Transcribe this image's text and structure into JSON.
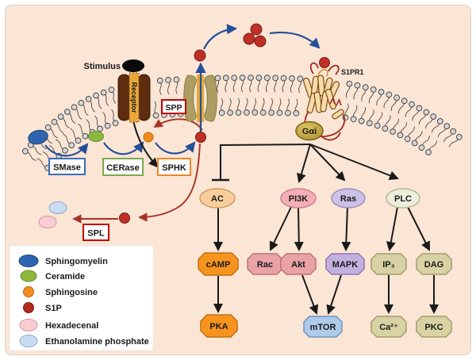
{
  "colors": {
    "panel_background": "#FBE5D5",
    "arrow_blue": "#24509A",
    "arrow_red": "#A83226",
    "arrow_black": "#1A1A1A",
    "membrane_head": "#D6D6D6",
    "s1p_dot": "#BE3026",
    "receptor_brown": "#5E2C0E",
    "channel_tan": "#AD9D62",
    "gai_gold": "#C9AF3F"
  },
  "labels": {
    "stimulus": "Stimulus",
    "receptor": "Receptor",
    "s1pr1": "S1PR1",
    "gai": "Gαi"
  },
  "enzyme_boxes": {
    "smase": {
      "label": "SMase",
      "border": "#3C6CB4"
    },
    "cerase": {
      "label": "CERase",
      "border": "#7DA84C"
    },
    "sphk": {
      "label": "SPHK",
      "border": "#E8862C"
    },
    "spp": {
      "label": "SPP",
      "border": "#C00000"
    },
    "spl": {
      "label": "SPL",
      "border": "#C00000"
    }
  },
  "nodes": {
    "ac": {
      "label": "AC",
      "fill": "#F9CE9E"
    },
    "pi3k": {
      "label": "PI3K",
      "fill": "#F4AEB6"
    },
    "ras": {
      "label": "Ras",
      "fill": "#CCC2E8"
    },
    "plc": {
      "label": "PLC",
      "fill": "#EDEFDC"
    },
    "camp": {
      "label": "cAMP",
      "fill": "#F7941E"
    },
    "pka": {
      "label": "PKA",
      "fill": "#F7941E"
    },
    "rac": {
      "label": "Rac",
      "fill": "#E9A3A6"
    },
    "akt": {
      "label": "Akt",
      "fill": "#E9A3A6"
    },
    "mapk": {
      "label": "MAPK",
      "fill": "#C4B0DE"
    },
    "mtor": {
      "label": "mTOR",
      "fill": "#AECBEA"
    },
    "ip3": {
      "label": "IP₃",
      "fill": "#D8D2A4"
    },
    "dag": {
      "label": "DAG",
      "fill": "#D8D2A4"
    },
    "ca": {
      "label": "Ca²⁺",
      "fill": "#D8D2A4"
    },
    "pkc": {
      "label": "PKC",
      "fill": "#D8D2A4"
    }
  },
  "legend": {
    "items": [
      {
        "label": "Sphingomyelin",
        "color": "#2F65B0"
      },
      {
        "label": "Ceramide",
        "color": "#8CB83C"
      },
      {
        "label": "Sphingosine",
        "color": "#F08C1E"
      },
      {
        "label": "S1P",
        "color": "#B22A24"
      },
      {
        "label": "Hexadecenal",
        "color": "#F9CDD3"
      },
      {
        "label": "Ethanolamine phosphate",
        "color": "#C9DCF2"
      }
    ]
  }
}
